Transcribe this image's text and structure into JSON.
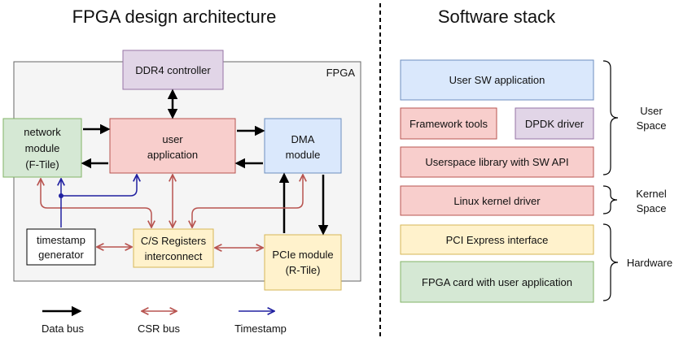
{
  "left": {
    "title": "FPGA design architecture",
    "fpga_label": "FPGA",
    "blocks": {
      "ddr4": "DDR4 controller",
      "network": [
        "network",
        "module",
        "(F-Tile)"
      ],
      "user_app": [
        "user",
        "application"
      ],
      "dma": [
        "DMA",
        "module"
      ],
      "timestamp": [
        "timestamp",
        "generator"
      ],
      "csr": [
        "C/S Registers",
        "interconnect"
      ],
      "pcie": [
        "PCIe module",
        "(R-Tile)"
      ]
    },
    "legend": {
      "data_bus": "Data bus",
      "csr_bus": "CSR bus",
      "timestamp": "Timestamp"
    }
  },
  "right": {
    "title": "Software stack",
    "layers": {
      "user_sw": "User SW application",
      "framework": "Framework tools",
      "dpdk": "DPDK driver",
      "userspace_lib": "Userspace library with SW API",
      "kernel_driver": "Linux kernel driver",
      "pci_express": "PCI Express interface",
      "fpga_card": "FPGA card with user application"
    },
    "groups": {
      "user_space": [
        "User",
        "Space"
      ],
      "kernel_space": [
        "Kernel",
        "Space"
      ],
      "hardware": "Hardware"
    }
  },
  "colors": {
    "green": "#d5e8d4",
    "green_border": "#82b366",
    "red": "#f8cecc",
    "red_border": "#b85450",
    "blue": "#dae8fc",
    "blue_border": "#6c8ebf",
    "purple": "#e1d5e7",
    "purple_border": "#9673a6",
    "yellow": "#fff2cc",
    "yellow_border": "#d6b656",
    "fpga_bg": "#f5f5f5",
    "csr_arrow": "#b85450",
    "timestamp_arrow": "#2020a0"
  }
}
